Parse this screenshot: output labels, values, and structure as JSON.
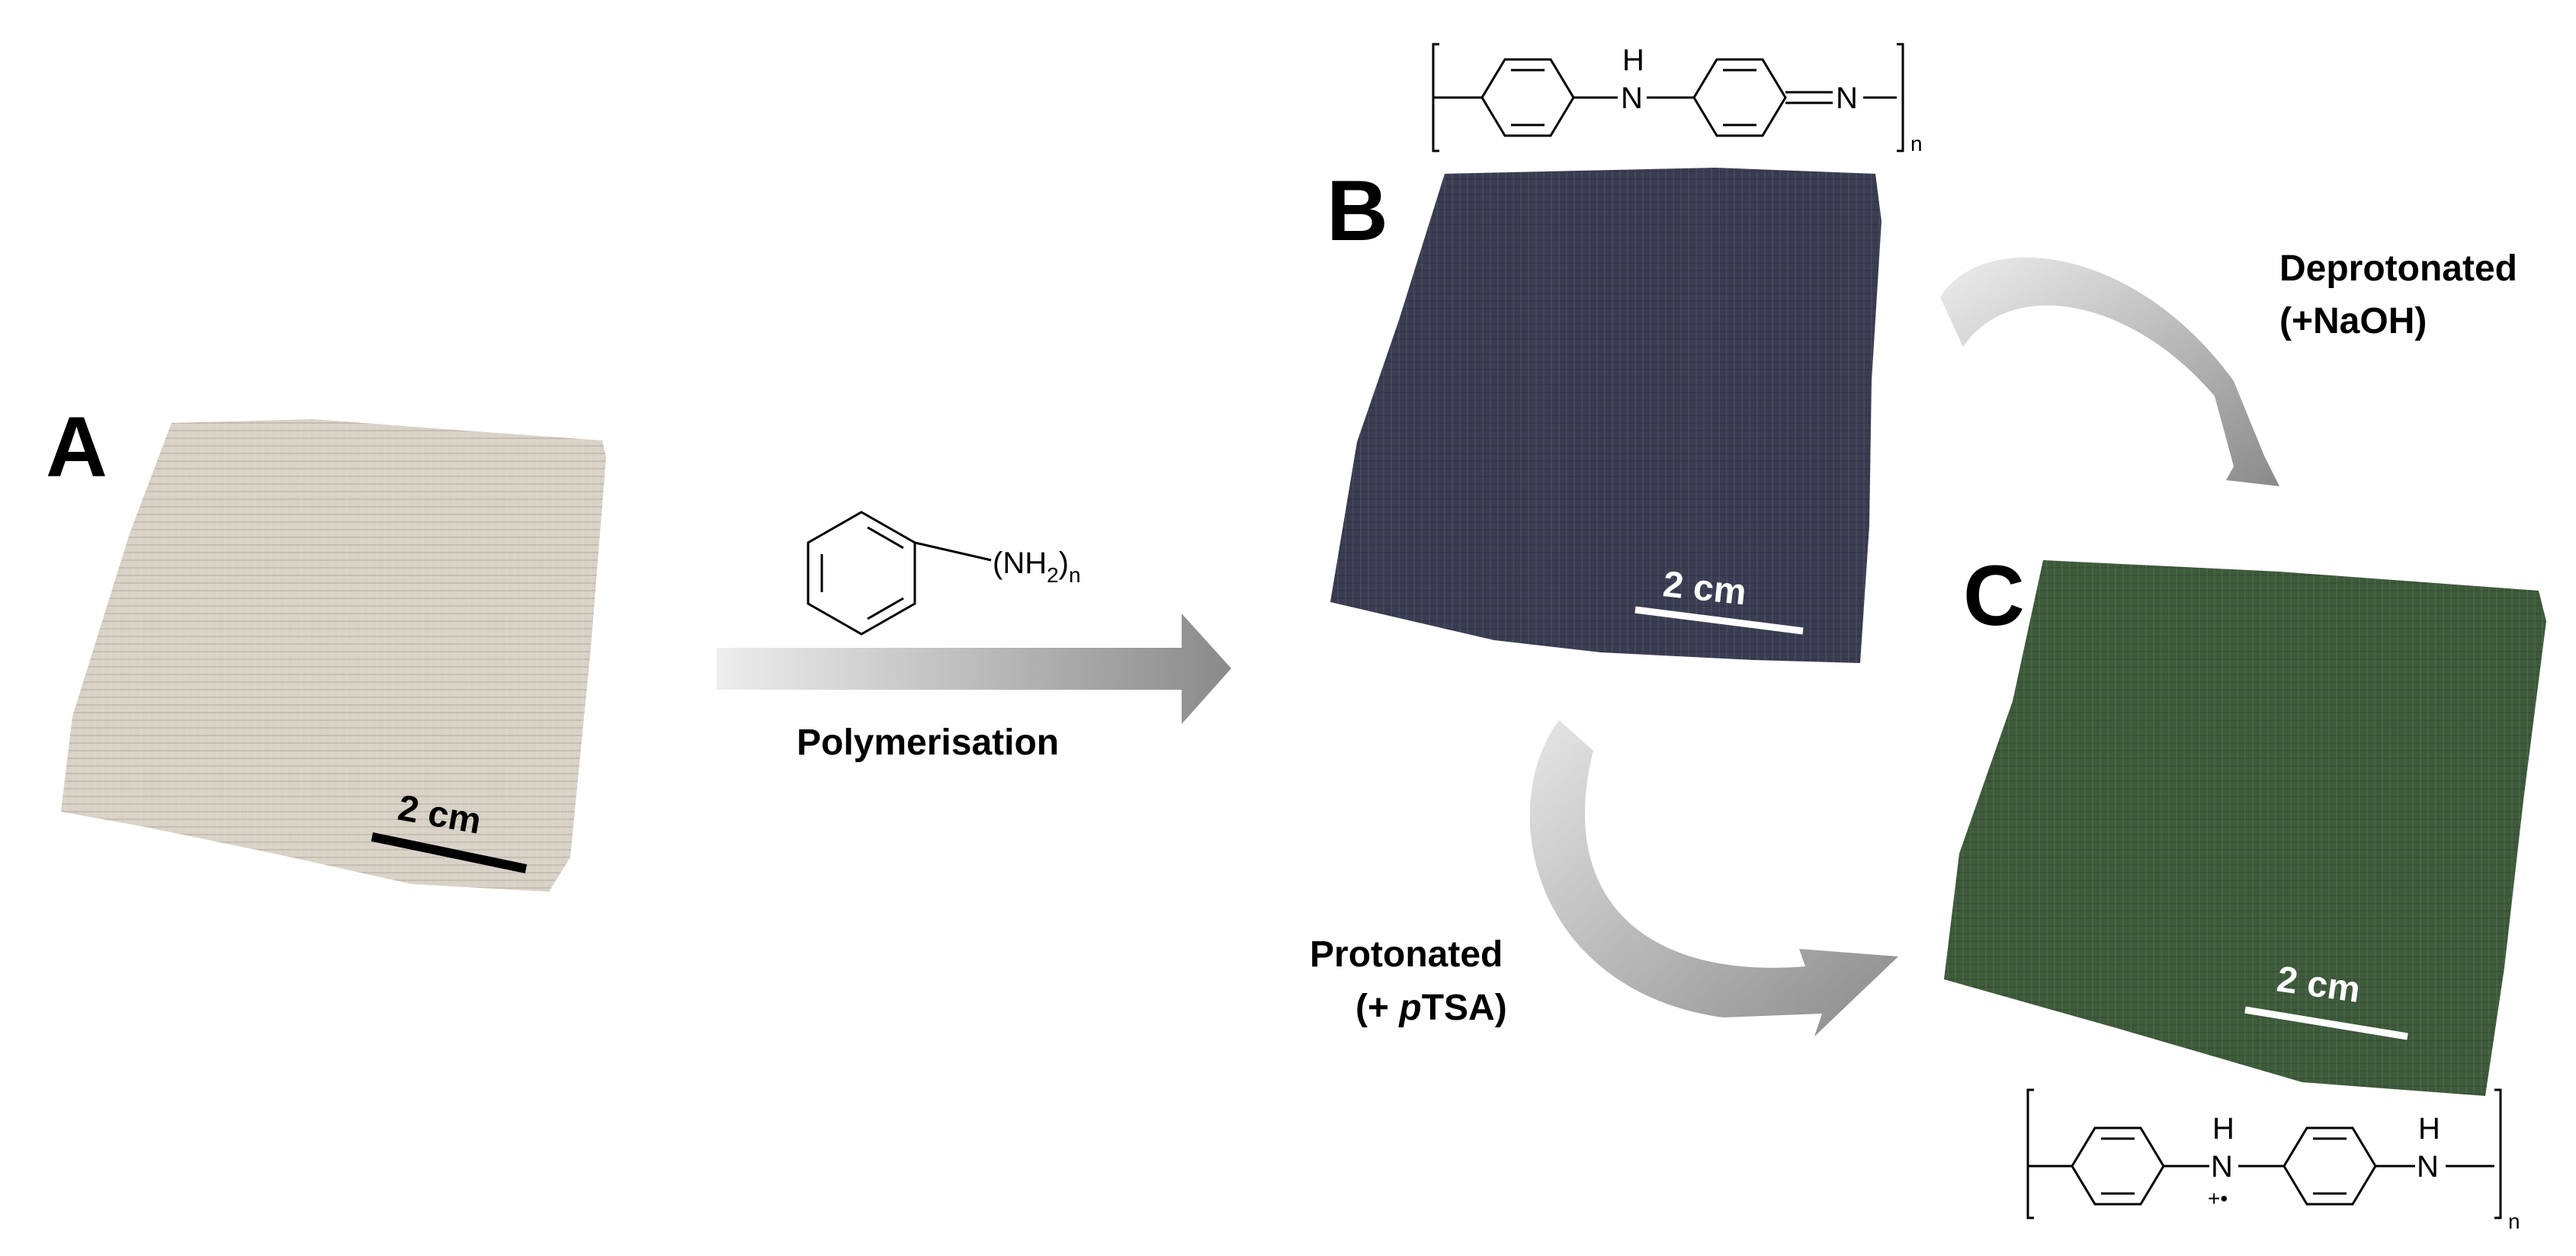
{
  "panels": {
    "a": {
      "letter": "A",
      "scale_text": "2 cm",
      "fabric_color": "#d9d2c6",
      "scale_color": "#000000"
    },
    "b": {
      "letter": "B",
      "scale_text": "2 cm",
      "fabric_color": "#3a3d52",
      "scale_color": "#ffffff"
    },
    "c": {
      "letter": "C",
      "scale_text": "2 cm",
      "fabric_color": "#3d5a3a",
      "scale_color": "#ffffff"
    }
  },
  "reaction": {
    "reagent_label": "(NH",
    "reagent_sub_2": "2",
    "reagent_close": ")",
    "reagent_sub_n": "n",
    "step_label": "Polymerisation"
  },
  "transitions": {
    "deprotonate_line1": "Deprotonated",
    "deprotonate_line2": "(+NaOH)",
    "protonate_line1": "Protonated",
    "protonate_line2_prefix": "(+ ",
    "protonate_line2_italic": "p",
    "protonate_line2_suffix": "TSA)"
  },
  "structures": {
    "emeraldine_base": {
      "h_label": "H",
      "n_label": "N",
      "imine_label": "N",
      "repeat_n": "n"
    },
    "emeraldine_salt": {
      "h1": "H",
      "n1": "N",
      "charge": "+•",
      "h2": "H",
      "n2": "N",
      "repeat_n": "n"
    }
  },
  "colors": {
    "arrow_light": "#eeeeee",
    "arrow_dark": "#8a8a8a"
  }
}
